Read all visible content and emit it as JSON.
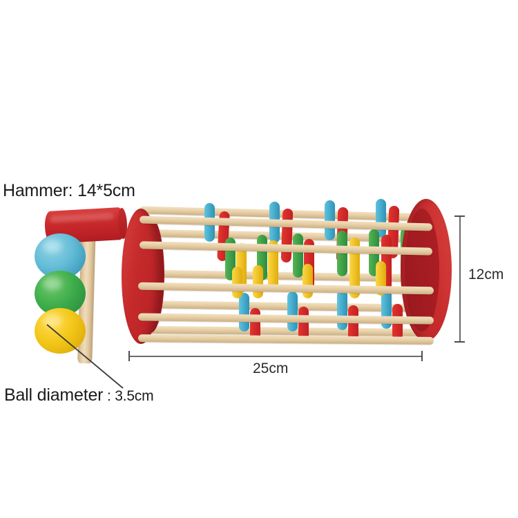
{
  "background_color": "#ffffff",
  "product": {
    "name": "wooden-rolling-drum-pound-toy",
    "toy": {
      "end_disc_color": "#c62a2b",
      "dowel_color": "#e6cfa7",
      "ring_colors": [
        "#c31f23",
        "#2e92b8",
        "#2d8c3c",
        "#e0ac0c"
      ]
    },
    "hammer": {
      "head_color": "#c62a2b",
      "handle_color": "#e3cba3"
    },
    "balls": [
      {
        "name": "blue-ball",
        "color": "#63bcd6"
      },
      {
        "name": "green-ball",
        "color": "#3fae4c"
      },
      {
        "name": "yellow-ball",
        "color": "#f3c718"
      }
    ]
  },
  "annotations": {
    "hammer_label": "Hammer: 14*5cm",
    "ball_label_prefix": "Ball diameter",
    "ball_label_separator": " : ",
    "ball_label_value": "3.5cm",
    "width_label": "25cm",
    "height_label": "12cm"
  }
}
